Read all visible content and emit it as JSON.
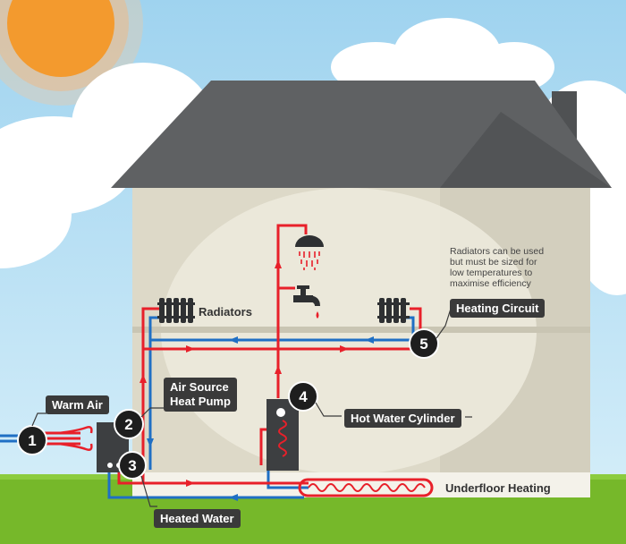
{
  "labels": {
    "warm_air": "Warm Air",
    "heat_pump_line1": "Air Source",
    "heat_pump_line2": "Heat Pump",
    "heated_water": "Heated Water",
    "hot_water_cylinder": "Hot Water Cylinder",
    "heating_circuit": "Heating Circuit",
    "radiators": "Radiators",
    "underfloor_heating": "Underfloor Heating"
  },
  "note": {
    "lines": [
      "Radiators can be used",
      "but must be sized for",
      "low temperatures to",
      "maximise efficiency"
    ]
  },
  "markers": [
    {
      "id": "1",
      "component": "warm air intake"
    },
    {
      "id": "2",
      "component": "air source heat pump"
    },
    {
      "id": "3",
      "component": "heated water outlet"
    },
    {
      "id": "4",
      "component": "hot water cylinder"
    },
    {
      "id": "5",
      "component": "heating circuit"
    }
  ],
  "colors": {
    "sky": "#bfe3f5",
    "sun": "#f39a2e",
    "roof": "#5f6163",
    "house_wall": "#ddd9c8",
    "grass": "#76b82a",
    "hot_pipe": "#e8202a",
    "cold_pipe": "#1f6fc4",
    "label_bg": "#3a3a3a",
    "marker_bg": "#1e1e1e"
  }
}
